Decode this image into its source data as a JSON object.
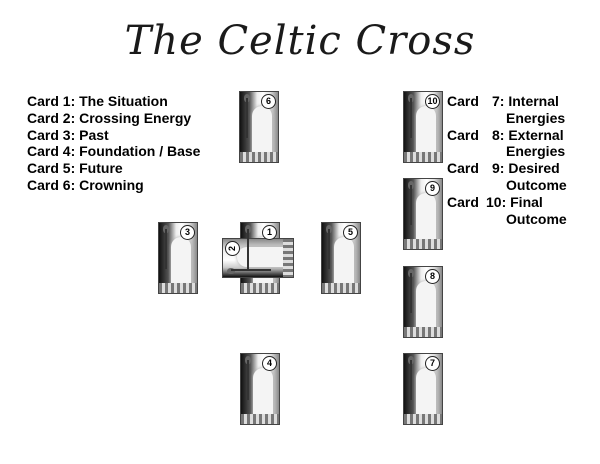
{
  "title": "The Celtic Cross",
  "legend_left": [
    {
      "text": "Card 1: The Situation"
    },
    {
      "text": "Card 2: Crossing Energy"
    },
    {
      "text": "Card 3: Past"
    },
    {
      "text": "Card 4: Foundation / Base"
    },
    {
      "text": "Card 5: Future"
    },
    {
      "text": "Card 6: Crowning"
    }
  ],
  "legend_right": [
    {
      "label": "Card",
      "num": "7:",
      "first": "Internal",
      "second": "Energies"
    },
    {
      "label": "Card",
      "num": "8:",
      "first": "External",
      "second": "Energies"
    },
    {
      "label": "Card",
      "num": "9:",
      "first": "Desired",
      "second": "Outcome"
    },
    {
      "label": "Card",
      "num": "10:",
      "first": "Final",
      "second": "Outcome"
    }
  ],
  "cards": {
    "c1": "1",
    "c2": "2",
    "c3": "3",
    "c4": "4",
    "c5": "5",
    "c6": "6",
    "c7": "7",
    "c8": "8",
    "c9": "9",
    "c10": "10"
  }
}
